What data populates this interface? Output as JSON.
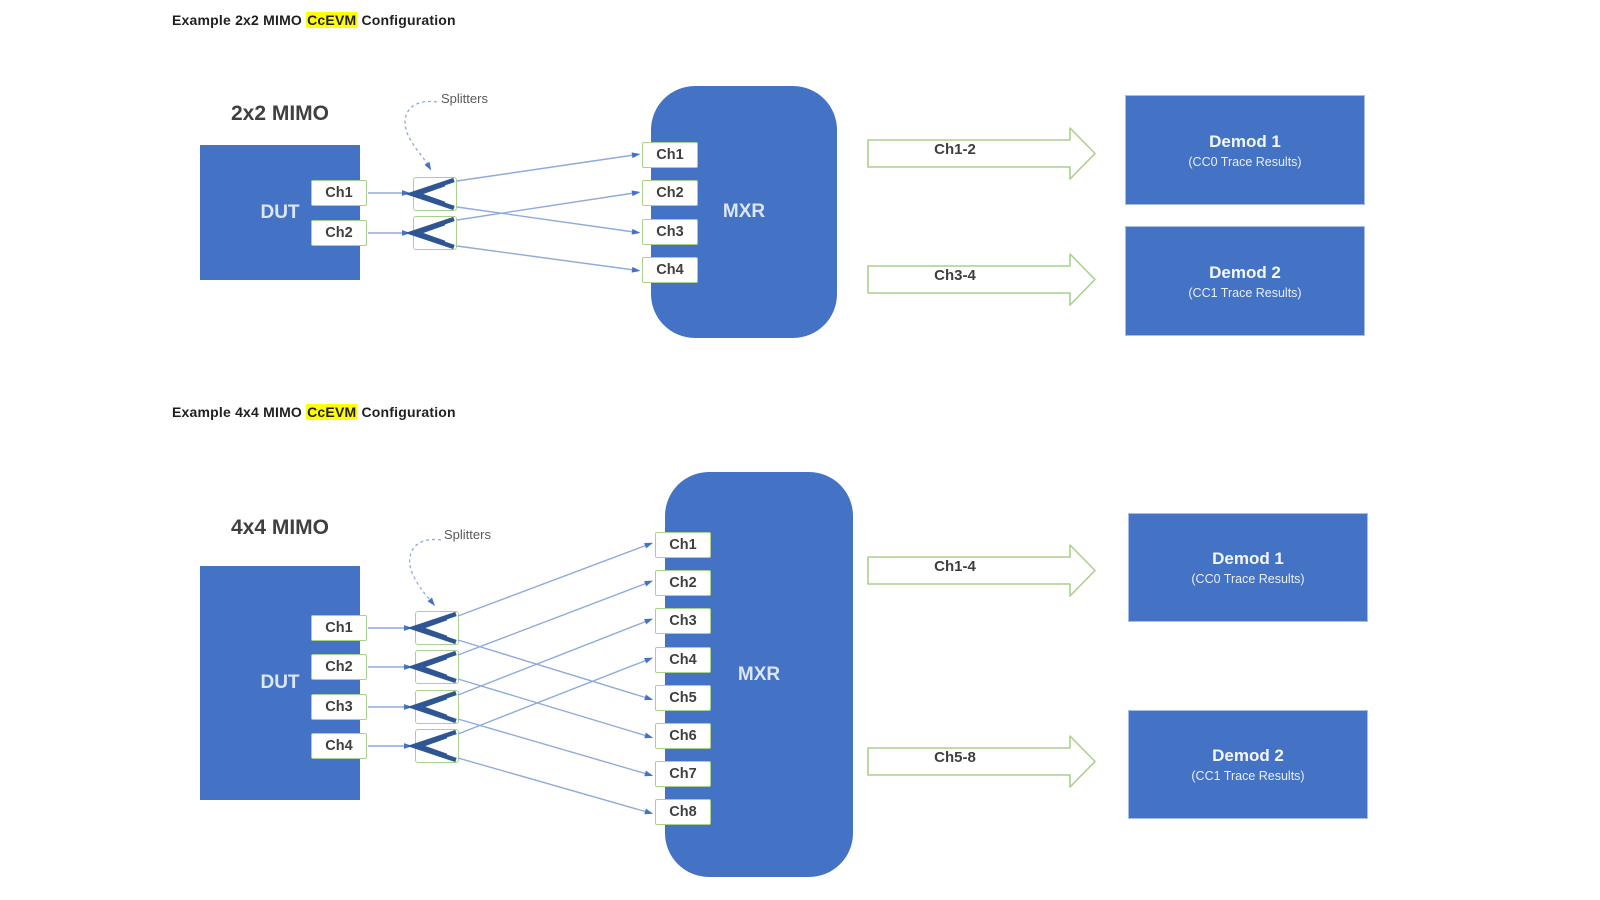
{
  "colors": {
    "box_blue": "#4472C4",
    "splitter_chevron_blue": "#2E5693",
    "connector_line_blue": "#8FAADC",
    "arrowhead_blue": "#4472C4",
    "green_border": "#A9D18E",
    "highlight_yellow": "#FFFF00",
    "title_text": "#1F1F1F",
    "gray_label_text": "#595959",
    "port_text": "#3F3F3F",
    "background": "#FFFFFF"
  },
  "diagram_2x2": {
    "title": {
      "prefix": "Example 2x2 MIMO ",
      "highlight": "CcEVM",
      "suffix": " Configuration"
    },
    "mimo_label": "2x2 MIMO",
    "dut_label": "DUT",
    "splitters_label": "Splitters",
    "dut_ports": [
      "Ch1",
      "Ch2"
    ],
    "mxr_label": "MXR",
    "mxr_ports": [
      "Ch1",
      "Ch2",
      "Ch3",
      "Ch4"
    ],
    "flow_arrows": [
      "Ch1-2",
      "Ch3-4"
    ],
    "demods": [
      {
        "title": "Demod 1",
        "subtitle": "(CC0 Trace Results)"
      },
      {
        "title": "Demod 2",
        "subtitle": "(CC1 Trace Results)"
      }
    ]
  },
  "diagram_4x4": {
    "title": {
      "prefix": "Example 4x4 MIMO ",
      "highlight": "CcEVM",
      "suffix": " Configuration"
    },
    "mimo_label": "4x4 MIMO",
    "dut_label": "DUT",
    "splitters_label": "Splitters",
    "dut_ports": [
      "Ch1",
      "Ch2",
      "Ch3",
      "Ch4"
    ],
    "mxr_label": "MXR",
    "mxr_ports": [
      "Ch1",
      "Ch2",
      "Ch3",
      "Ch4",
      "Ch5",
      "Ch6",
      "Ch7",
      "Ch8"
    ],
    "flow_arrows": [
      "Ch1-4",
      "Ch5-8"
    ],
    "demods": [
      {
        "title": "Demod 1",
        "subtitle": "(CC0 Trace Results)"
      },
      {
        "title": "Demod 2",
        "subtitle": "(CC1 Trace Results)"
      }
    ]
  }
}
